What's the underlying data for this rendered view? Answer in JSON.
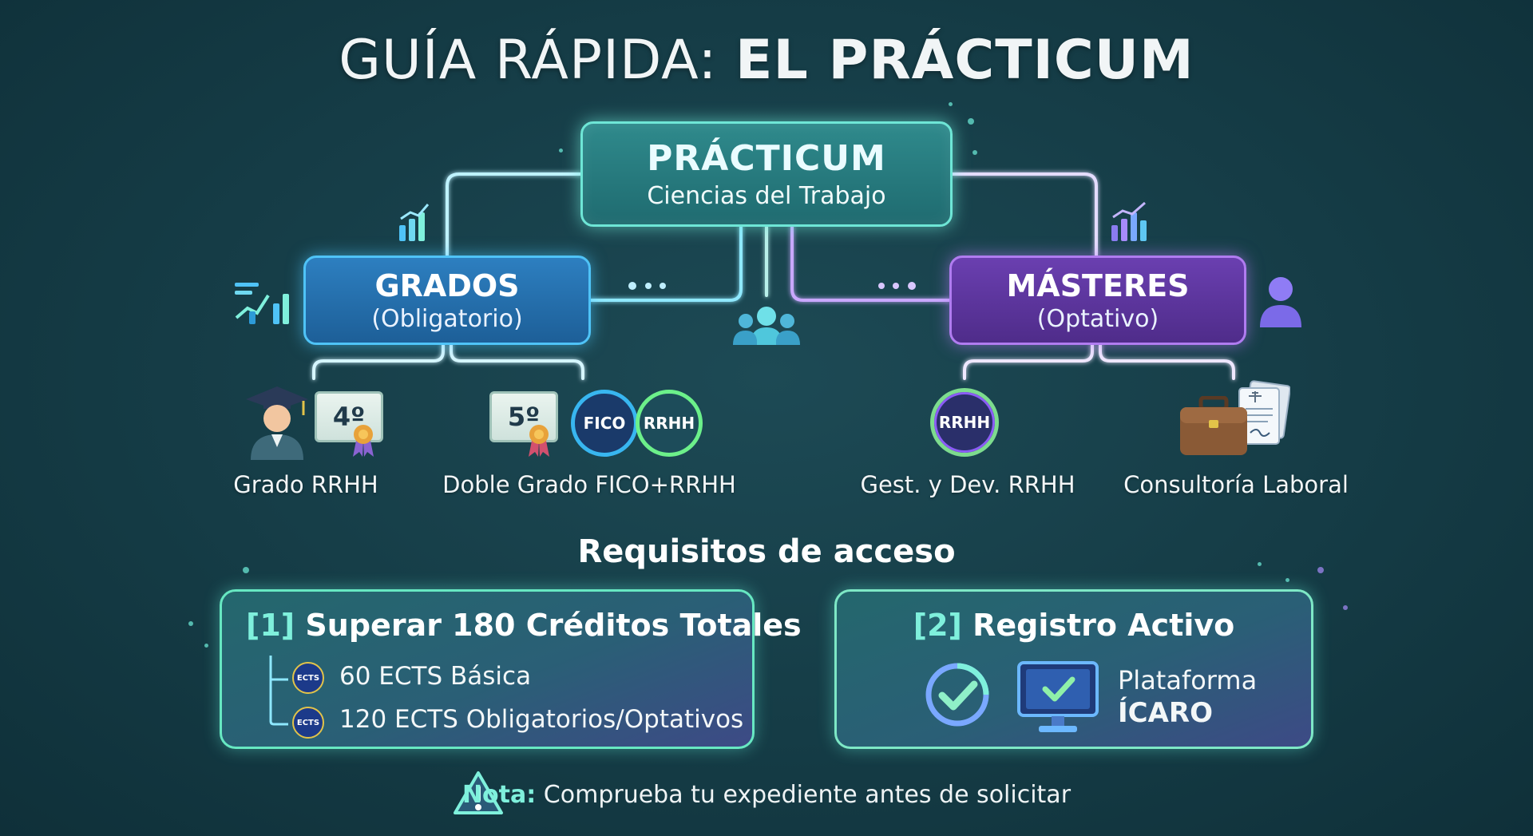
{
  "title": {
    "thin": "GUÍA RÁPIDA:",
    "bold": "EL PRÁCTICUM"
  },
  "root": {
    "title": "PRÁCTICUM",
    "subtitle": "Ciencias del Trabajo"
  },
  "grados": {
    "title": "GRADOS",
    "subtitle": "(Obligatorio)",
    "items": [
      {
        "label": "Grado RRHH",
        "cert": "4º"
      },
      {
        "label": "Doble Grado FICO+RRHH",
        "cert": "5º",
        "badges": [
          "FICO",
          "RRHH"
        ]
      }
    ]
  },
  "masteres": {
    "title": "MÁSTERES",
    "subtitle": "(Optativo)",
    "items": [
      {
        "label": "Gest. y Dev. RRHH",
        "badge": "RRHH"
      },
      {
        "label": "Consultoría Laboral"
      }
    ]
  },
  "requirements": {
    "heading": "Requisitos de acceso",
    "req1": {
      "num": "[1]",
      "title": "Superar 180 Créditos Totales",
      "badge": "ECTS",
      "items": [
        "60 ECTS Básica",
        "120 ECTS Obligatorios/Optativos"
      ]
    },
    "req2": {
      "num": "[2]",
      "title": "Registro Activo",
      "platform_line1": "Plataforma",
      "platform_line2": "ÍCARO"
    }
  },
  "note": {
    "label": "Nota:",
    "text": " Comprueba tu expediente antes de solicitar"
  },
  "icons": {
    "graduate": "graduate-icon",
    "briefcase": "briefcase-icon",
    "documents": "documents-icon",
    "group": "group-icon",
    "person": "person-icon",
    "bar_chart": "bar-chart-icon",
    "check": "check-circle-icon",
    "monitor": "monitor-check-icon",
    "warning": "warning-icon"
  },
  "colors": {
    "teal_accent": "#6ee6d6",
    "blue_accent": "#4fc3f7",
    "purple_accent": "#b07cf0",
    "background": "#153c46"
  }
}
